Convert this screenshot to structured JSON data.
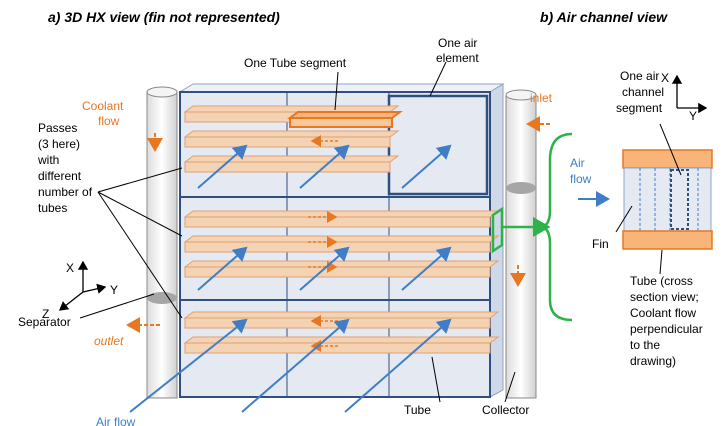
{
  "titles": {
    "left": "a) 3D HX  view (fin not represented)",
    "right": "b) Air channel view"
  },
  "labels": {
    "one_air_element": [
      "One air",
      "element"
    ],
    "one_tube_segment": "One Tube segment",
    "coolant_flow": [
      "Coolant",
      "flow"
    ],
    "inlet": "inlet",
    "outlet": "outlet",
    "passes": [
      "Passes",
      "(3 here)",
      "with",
      "different",
      "number of",
      "tubes"
    ],
    "separator": "Separator",
    "tube": "Tube",
    "collector": "Collector",
    "air_flow_bottom": "Air  flow",
    "axis_x": "X",
    "axis_y": "Y",
    "axis_z": "Z",
    "right_axis_x": "X",
    "right_axis_y": "Y",
    "air_channel_segment": [
      "One air",
      "channel",
      "segment"
    ],
    "air_flow_right": [
      "Air",
      "flow"
    ],
    "fin": "Fin",
    "tube_cross_section": [
      "Tube (cross",
      "section view;",
      "Coolant flow",
      "perpendicular",
      "to the",
      "drawing)"
    ]
  },
  "colors": {
    "coolant": "#e87722",
    "air": "#3f7ec6",
    "tube_fill": "#f4d3b5",
    "tube_stroke": "#e0a070",
    "panel_fill": "#dde3ee",
    "frame": "#2f4f7f",
    "highlight": "#2db34a",
    "collector_fill": "#f2f2f2"
  }
}
